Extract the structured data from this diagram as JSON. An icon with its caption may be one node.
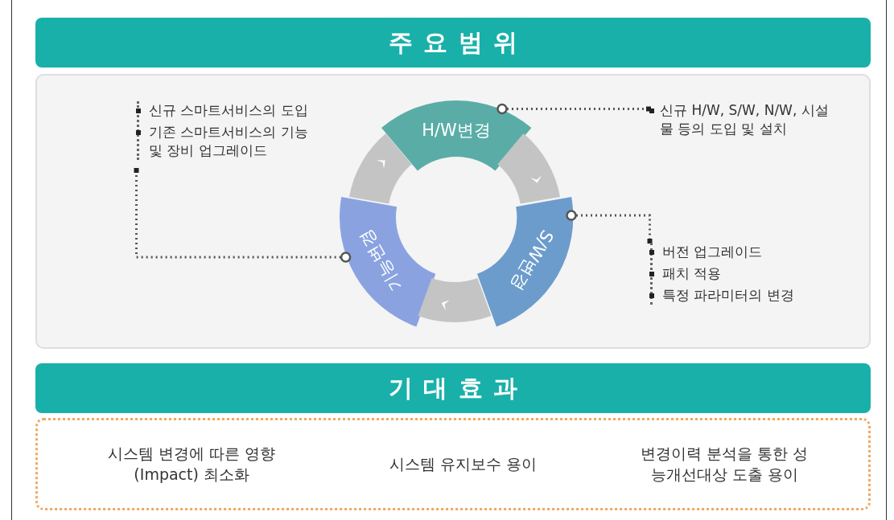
{
  "diagram": {
    "nodes": [
      {
        "text": [
          "주요범위"
        ]
      },
      {
        "text": [],
        "shape": "box"
      },
      {
        "text": [
          "H/W변경"
        ],
        "in": 1
      },
      {
        "text": [
          "S/W변경"
        ],
        "in": 1
      },
      {
        "text": [
          "기능변경"
        ],
        "in": 1
      },
      {
        "text": [
          "신규 스마트서비스의 도입",
          "기존 스마트서비스의 기능 및 장비 업그레이드"
        ],
        "in": 1
      },
      {
        "text": [
          "신규 H/W, S/W, N/W, 시설물 등의 도입 및 설치"
        ],
        "in": 1
      },
      {
        "text": [
          "버전 업그레이드",
          "패치 적용",
          "특정 파라미터의 변경"
        ],
        "in": 1
      },
      {
        "text": [
          "기대효과"
        ]
      },
      {
        "text": [
          "시스템 변경에 따른 영향 (Impact) 최소화",
          "시스템 유지보수 용이",
          "변경이력 분석을 통한 성능개선대상 도출 용이"
        ]
      }
    ],
    "edges": [
      {
        "from": 2,
        "to": 6,
        "arrow": "other",
        "style": "dashed"
      },
      {
        "from": 3,
        "to": 7,
        "arrow": "other",
        "style": "dashed"
      },
      {
        "from": 4,
        "to": 5,
        "arrow": "other",
        "style": "dashed"
      },
      {
        "from": 2,
        "to": 3,
        "arrow": "to",
        "style": "thick",
        "color": "#c4c4c4"
      },
      {
        "from": 3,
        "to": 4,
        "arrow": "to",
        "style": "thick",
        "color": "#c4c4c4"
      },
      {
        "from": 4,
        "to": 2,
        "arrow": "to",
        "style": "thick",
        "color": "#c4c4c4"
      }
    ]
  }
}
